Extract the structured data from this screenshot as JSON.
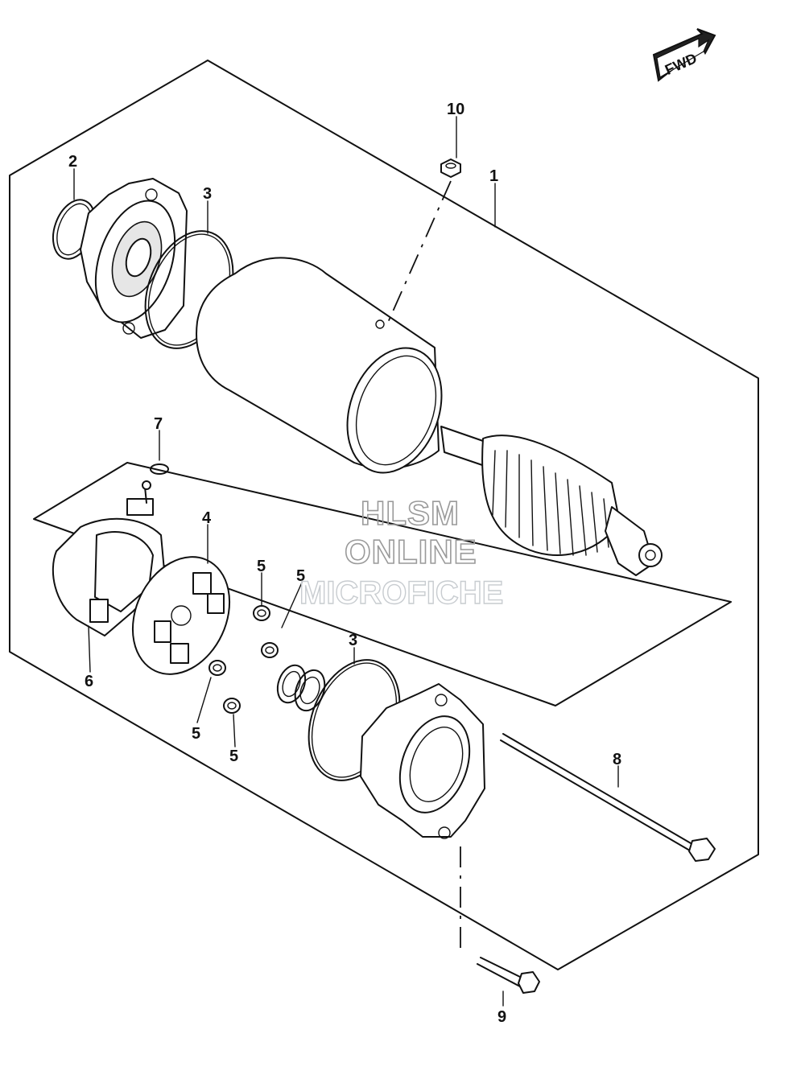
{
  "fwd_label": "FWD",
  "callouts": {
    "c1": "1",
    "c2": "2",
    "c3a": "3",
    "c3b": "3",
    "c4": "4",
    "c5a": "5",
    "c5b": "5",
    "c5c": "5",
    "c5d": "5",
    "c6": "6",
    "c7": "7",
    "c8": "8",
    "c9": "9",
    "c10": "10"
  },
  "watermark": {
    "line1": "HLSM",
    "line2": "ONLINE",
    "line3": "MICROFICHE"
  }
}
